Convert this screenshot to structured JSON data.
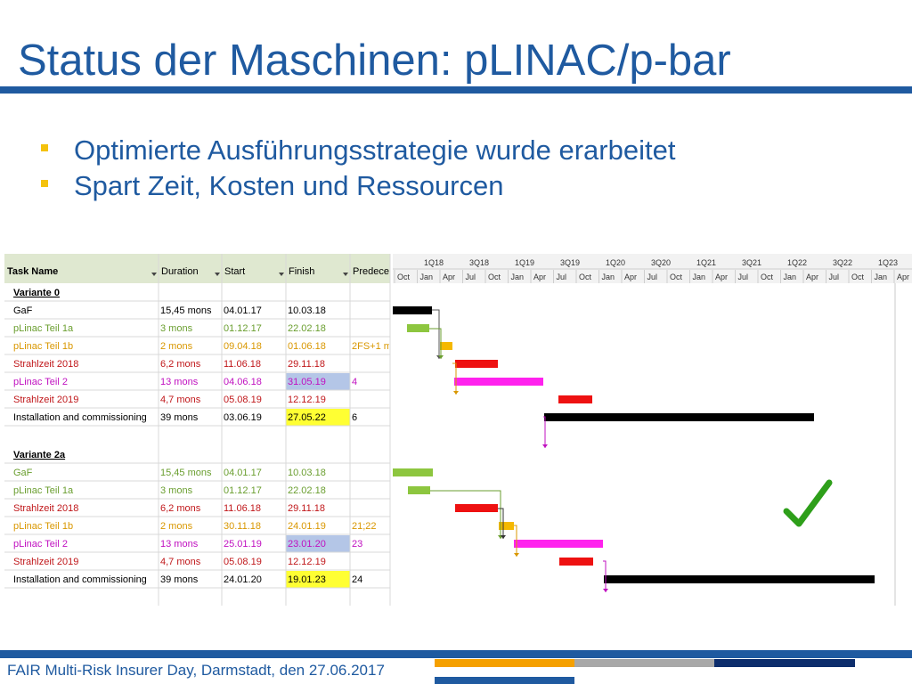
{
  "title": "Status der Maschinen: pLINAC/p-bar",
  "bullets": [
    "Optimierte Ausführungsstrategie wurde erarbeitet",
    "Spart Zeit, Kosten und Ressourcen"
  ],
  "colors": {
    "brand_blue": "#1f5aa0",
    "bullet_yellow": "#f4c20d",
    "green": "#8dc63f",
    "orange": "#f5a800",
    "red": "#e41b1b",
    "magenta": "#ee11dd",
    "black": "#000000",
    "check": "#2e9f1a",
    "finish_hl_blue": "#b4c6e7",
    "finish_hl_yellow": "#ffff33"
  },
  "table": {
    "headers": [
      "Task Name",
      "Duration",
      "Start",
      "Finish",
      "Predeces"
    ],
    "timeline": {
      "quarters": [
        "1Q18",
        "3Q18",
        "1Q19",
        "3Q19",
        "1Q20",
        "3Q20",
        "1Q21",
        "3Q21",
        "1Q22",
        "3Q22",
        "1Q23"
      ],
      "months": [
        "Oct",
        "Jan",
        "Apr",
        "Jul",
        "Oct",
        "Jan",
        "Apr",
        "Jul",
        "Oct",
        "Jan",
        "Apr",
        "Jul",
        "Oct",
        "Jan",
        "Apr",
        "Jul",
        "Oct",
        "Jan",
        "Apr",
        "Jul",
        "Oct",
        "Jan",
        "Apr",
        "Jul",
        "Oct",
        "Jan",
        "Apr",
        "Jul",
        "Oct",
        "Jan",
        "Apr"
      ]
    },
    "groups": [
      {
        "name": "Variante 0",
        "rows": [
          {
            "name": "GaF",
            "duration": "15,45 mons",
            "start": "04.01.17",
            "finish": "10.03.18",
            "pred": "",
            "color": "black",
            "hl": ""
          },
          {
            "name": "pLinac Teil 1a",
            "duration": "3 mons",
            "start": "01.12.17",
            "finish": "22.02.18",
            "pred": "",
            "color": "green",
            "hl": ""
          },
          {
            "name": "pLinac Teil 1b",
            "duration": "2 mons",
            "start": "09.04.18",
            "finish": "01.06.18",
            "pred": "2FS+1 m",
            "color": "orange",
            "hl": ""
          },
          {
            "name": "Strahlzeit 2018",
            "duration": "6,2 mons",
            "start": "11.06.18",
            "finish": "29.11.18",
            "pred": "",
            "color": "red",
            "hl": ""
          },
          {
            "name": "pLinac Teil 2",
            "duration": "13 mons",
            "start": "04.06.18",
            "finish": "31.05.19",
            "pred": "4",
            "color": "magenta",
            "hl": "blue"
          },
          {
            "name": "Strahlzeit 2019",
            "duration": "4,7 mons",
            "start": "05.08.19",
            "finish": "12.12.19",
            "pred": "",
            "color": "red",
            "hl": ""
          },
          {
            "name": "Installation and commissioning",
            "duration": "39 mons",
            "start": "03.06.19",
            "finish": "27.05.22",
            "pred": "6",
            "color": "black",
            "hl": "yellow"
          }
        ]
      },
      {
        "name": "Variante 2a",
        "rows": [
          {
            "name": "GaF",
            "duration": "15,45 mons",
            "start": "04.01.17",
            "finish": "10.03.18",
            "pred": "",
            "color": "green",
            "hl": ""
          },
          {
            "name": "pLinac Teil 1a",
            "duration": "3 mons",
            "start": "01.12.17",
            "finish": "22.02.18",
            "pred": "",
            "color": "green",
            "hl": ""
          },
          {
            "name": "Strahlzeit 2018",
            "duration": "6,2 mons",
            "start": "11.06.18",
            "finish": "29.11.18",
            "pred": "",
            "color": "red",
            "hl": ""
          },
          {
            "name": "pLinac Teil 1b",
            "duration": "2 mons",
            "start": "30.11.18",
            "finish": "24.01.19",
            "pred": "21;22",
            "color": "orange",
            "hl": ""
          },
          {
            "name": "pLinac Teil 2",
            "duration": "13 mons",
            "start": "25.01.19",
            "finish": "23.01.20",
            "pred": "23",
            "color": "magenta",
            "hl": "blue"
          },
          {
            "name": "Strahlzeit 2019",
            "duration": "4,7 mons",
            "start": "05.08.19",
            "finish": "12.12.19",
            "pred": "",
            "color": "red",
            "hl": ""
          },
          {
            "name": "Installation and commissioning",
            "duration": "39 mons",
            "start": "24.01.20",
            "finish": "19.01.23",
            "pred": "24",
            "color": "black",
            "hl": "yellow"
          }
        ]
      }
    ]
  },
  "footer": {
    "text": "FAIR Multi-Risk Insurer Day, Darmstadt, den 27.06.2017"
  }
}
